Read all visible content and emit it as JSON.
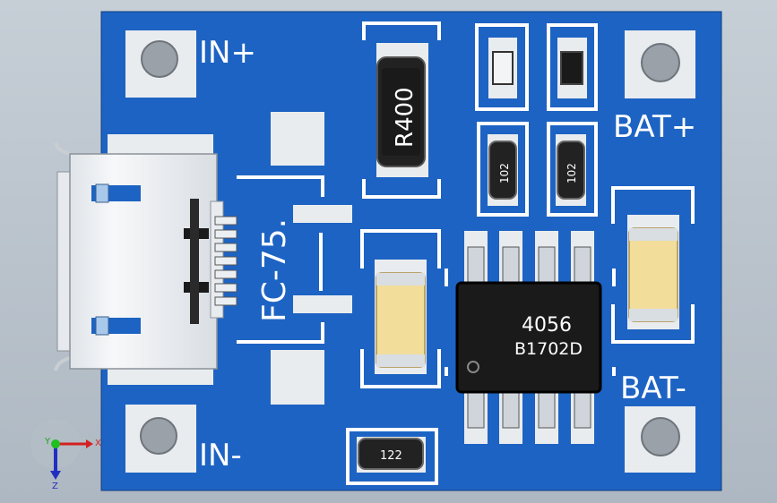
{
  "pcb": {
    "labels": {
      "in_plus": "IN+",
      "in_minus": "IN-",
      "bat_plus": "BAT+",
      "bat_minus": "BAT-",
      "board_name": "FC-75."
    },
    "resistor_main": "R400",
    "resistor_a": "102",
    "resistor_b": "102",
    "resistor_bottom": "122",
    "ic": {
      "part": "4056",
      "code": "B1702D"
    },
    "colors": {
      "board": "#1d63c3",
      "silkscreen": "#ffffff",
      "pad": "#e9ecef",
      "ic_body": "#1a1a1a",
      "capacitor": "#f2dd9b"
    }
  },
  "triad": {
    "x_label": "X",
    "y_label": "Y",
    "z_label": "Z"
  }
}
